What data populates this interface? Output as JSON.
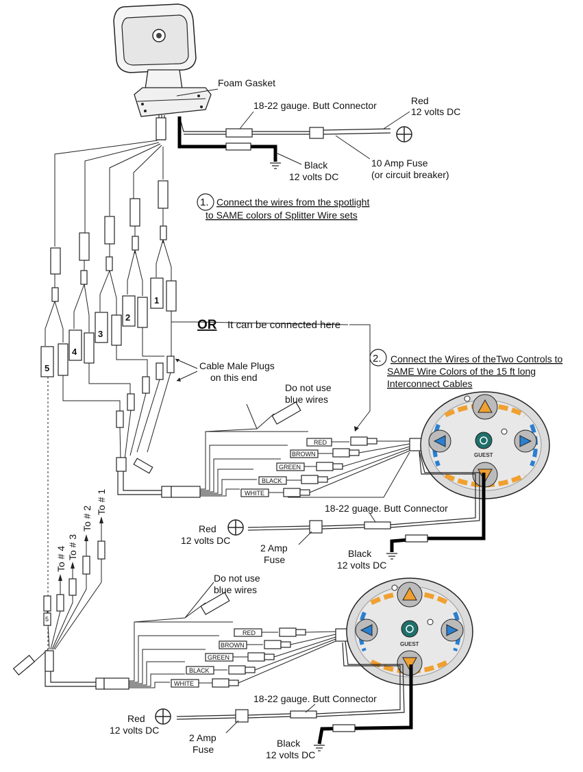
{
  "labels": {
    "foam_gasket": "Foam Gasket",
    "butt_connector_top": "18-22 gauge. Butt Connector",
    "red_top": "Red",
    "red_top_volts": "12 volts DC",
    "black_top": "Black",
    "black_top_volts": "12 volts DC",
    "fuse_top": "10 Amp Fuse",
    "fuse_top_sub": "(or circuit breaker)",
    "step1_num": "1.",
    "step1_line1": "Connect the wires from the spotlight",
    "step1_line2": "to SAME colors of Splitter Wire sets",
    "or_word": "OR",
    "or_text": "It can be connected here",
    "step2_num": "2.",
    "step2_line1": "Connect the Wires of theTwo Controls to",
    "step2_line2": "SAME Wire Colors of the 15 ft long",
    "step2_line3": "Interconnect Cables",
    "cable_plugs_1": "Cable Male Plugs",
    "cable_plugs_2": "on this end",
    "do_not_use_1a": "Do not use",
    "do_not_use_1b": "blue wires",
    "do_not_use_2a": "Do not use",
    "do_not_use_2b": "blue wires",
    "butt_connector_mid": "18-22 guage. Butt Connector",
    "red_mid": "Red",
    "red_mid_volts": "12 volts DC",
    "fuse_mid": "2 Amp",
    "fuse_mid_sub": "Fuse",
    "black_mid": "Black",
    "black_mid_volts": "12 volts DC",
    "butt_connector_bot": "18-22 gauge. Butt Connector",
    "red_bot": "Red",
    "red_bot_volts": "12 volts DC",
    "fuse_bot": "2 Amp",
    "fuse_bot_sub": "Fuse",
    "black_bot": "Black",
    "black_bot_volts": "12 volts DC",
    "to1": "To # 1",
    "to2": "To # 2",
    "to3": "To # 3",
    "to4": "To # 4"
  },
  "splitter_numbers": [
    "1",
    "2",
    "3",
    "4",
    "5"
  ],
  "wire_tags_mid": [
    "RED",
    "BROWN",
    "GREEN",
    "BLACK",
    "WHITE"
  ],
  "wire_tags_bot": [
    "RED",
    "BROWN",
    "GREEN",
    "BLACK",
    "WHITE"
  ],
  "remote_brand_mid": "GUEST",
  "remote_brand_bot": "GUEST",
  "tiny_five": "5",
  "colors": {
    "accent_orange": "#f0a030",
    "accent_blue": "#2a7fd0",
    "logo_teal": "#1f6f6a",
    "remote_body": "#d8d8d8"
  }
}
